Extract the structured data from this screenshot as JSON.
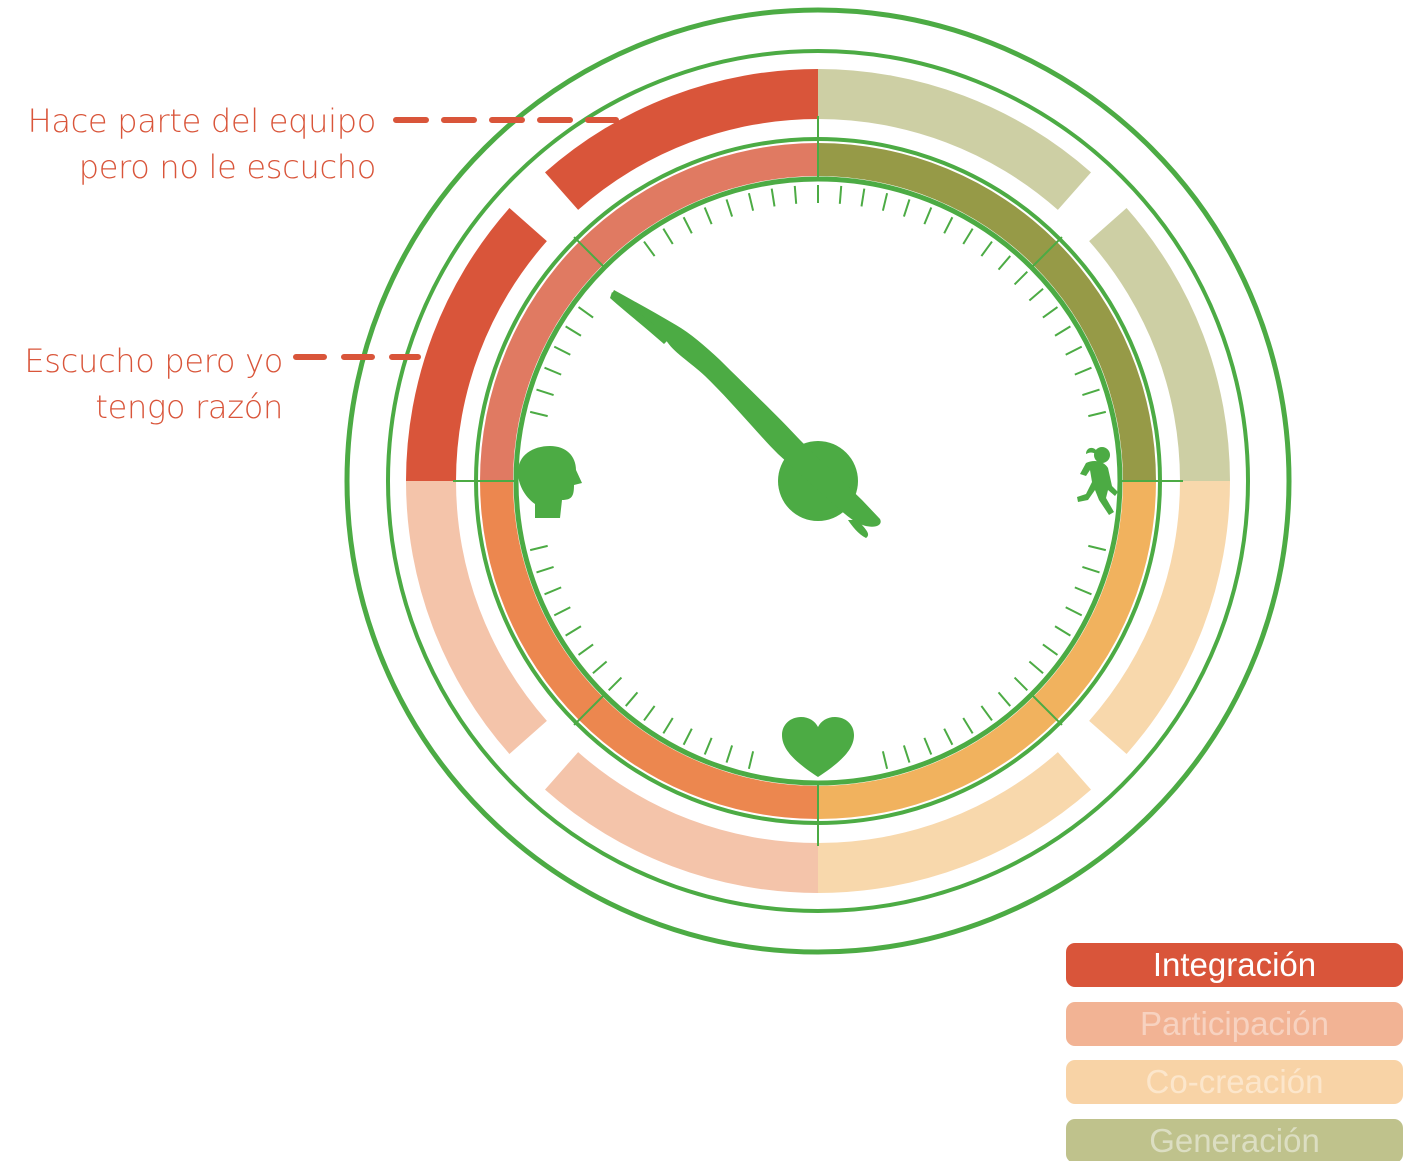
{
  "labels": {
    "callout_1": [
      "Hace parte del equipo",
      "pero no le escucho"
    ],
    "callout_2": [
      "Escucho pero yo",
      "tengo razón"
    ]
  },
  "legend": [
    {
      "label": "Integración",
      "color": "#D9553A",
      "text_color": "#FFFFFF"
    },
    {
      "label": "Participación",
      "color": "#F2B394",
      "text_color": "#F7D2C0"
    },
    {
      "label": "Co-creación",
      "color": "#F8D3A6",
      "text_color": "#FCE6CB"
    },
    {
      "label": "Generación",
      "color": "#BFC28C",
      "text_color": "#DCDEC2"
    }
  ],
  "colors": {
    "ring_line": "#4CAB44",
    "text_accent": "#D9553A",
    "integracion": "#D9553A",
    "integracion_inner": "#E07A62",
    "participacion": "#F4C4AA",
    "participacion_inner": "#EC874F",
    "cocreacion": "#F8D8AC",
    "cocreacion_inner": "#F1B25E",
    "generacion": "#CDCFA4",
    "generacion_inner": "#969A47"
  },
  "icons": {
    "center": "swimmer-diving-icon",
    "left": "head-profile-icon",
    "right": "runner-icon",
    "bottom": "heart-icon"
  },
  "dial": {
    "pointer_angle_deg": 135,
    "highlighted_segments": [
      "integracion-top-left",
      "integracion-left"
    ]
  }
}
